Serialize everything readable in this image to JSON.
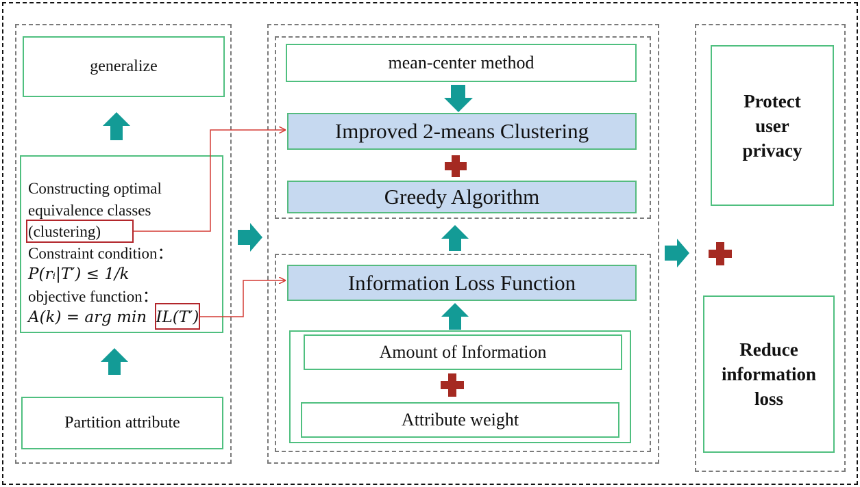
{
  "colors": {
    "teal_arrow": "#139b96",
    "red_plus": "#a52a22",
    "box_border_green": "#4fbf7f",
    "blue_fill": "#c6d9f0",
    "highlight_red": "#b2262b",
    "dash_gray": "#7a7a7a"
  },
  "left": {
    "generalize": "generalize",
    "constructing_line1": "Constructing optimal",
    "constructing_line2": "equivalence classes",
    "clustering": "(clustering)",
    "constraint_label": "Constraint condition：",
    "constraint_formula": "P(rᵢ|T′) ≤ 1/k",
    "objective_label": "objective function：",
    "objective_formula_prefix": "A(k) = arg min",
    "objective_formula_il": "IL(T′)",
    "partition": "Partition attribute"
  },
  "middle": {
    "mean_center": "mean-center method",
    "improved_clustering": "Improved 2-means Clustering",
    "greedy": "Greedy Algorithm",
    "info_loss_function": "Information Loss Function",
    "amount_of_information": "Amount of Information",
    "attribute_weight": "Attribute weight"
  },
  "right": {
    "protect_line1": "Protect",
    "protect_line2": "user",
    "protect_line3": "privacy",
    "reduce_line1": "Reduce",
    "reduce_line2": "information",
    "reduce_line3": "loss"
  }
}
